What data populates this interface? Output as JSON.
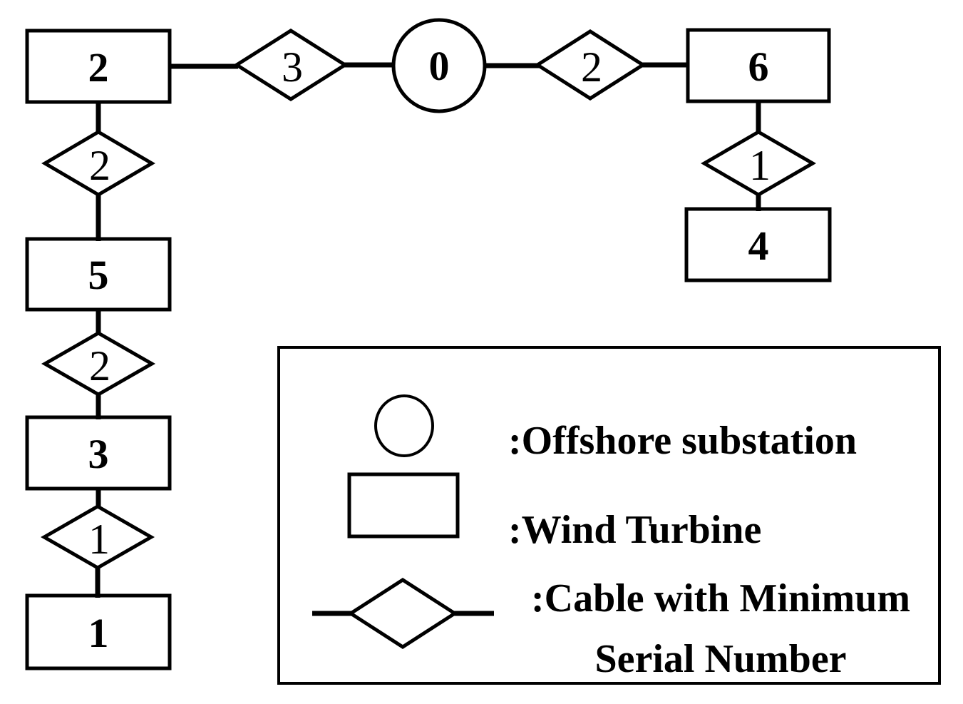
{
  "colors": {
    "ink": "#000000",
    "paper": "#ffffff"
  },
  "nodes": {
    "substation": {
      "label": "0"
    },
    "turbines": {
      "t2": "2",
      "t6": "6",
      "t5": "5",
      "t3": "3",
      "t1": "1",
      "t4": "4"
    }
  },
  "cables": {
    "t2_substation": "3",
    "substation_t6": "2",
    "t2_t5": "2",
    "t5_t3": "2",
    "t3_t1": "1",
    "t6_t4": "1"
  },
  "graph_edges": [
    {
      "from": "2",
      "to": "0",
      "cable_serial": "3"
    },
    {
      "from": "0",
      "to": "6",
      "cable_serial": "2"
    },
    {
      "from": "2",
      "to": "5",
      "cable_serial": "2"
    },
    {
      "from": "5",
      "to": "3",
      "cable_serial": "2"
    },
    {
      "from": "3",
      "to": "1",
      "cable_serial": "1"
    },
    {
      "from": "6",
      "to": "4",
      "cable_serial": "1"
    }
  ],
  "legend": {
    "offshore_substation_label": ":Offshore substation",
    "wind_turbine_label": ":Wind Turbine",
    "cable_label_line1": ":Cable with Minimum",
    "cable_label_line2": "Serial Number"
  }
}
